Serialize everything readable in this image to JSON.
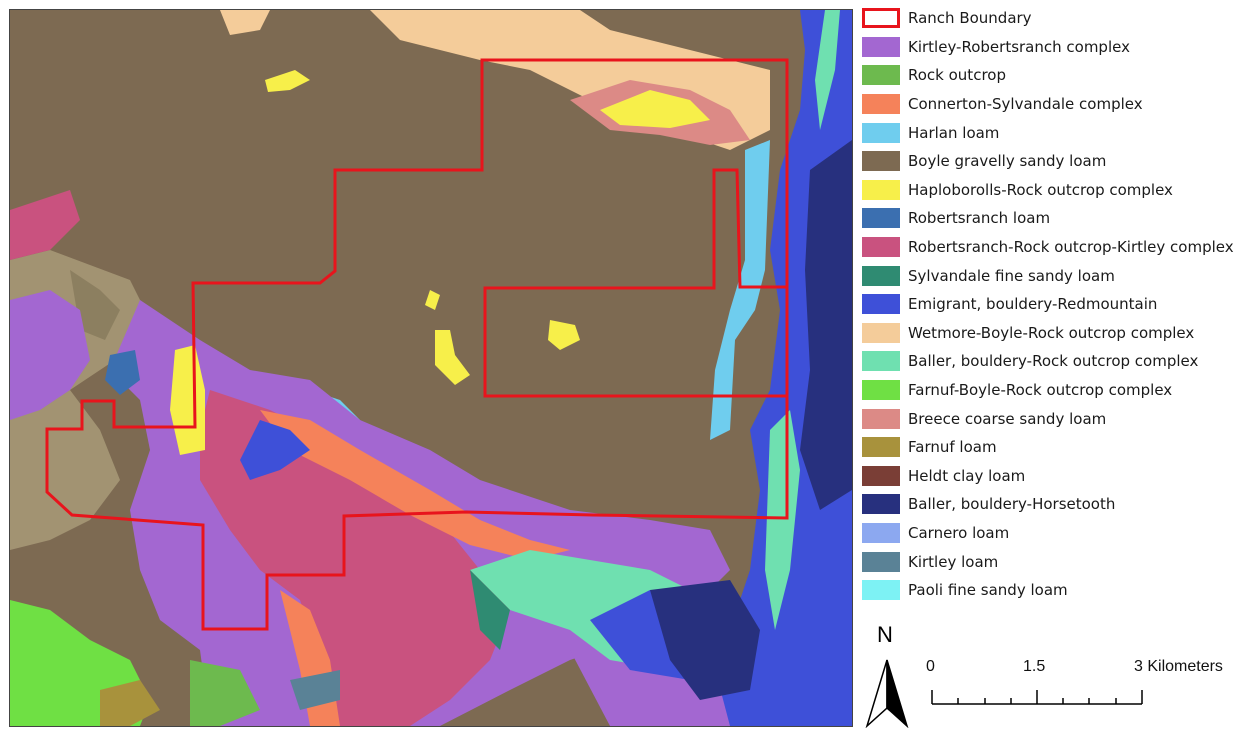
{
  "map": {
    "colors": {
      "background": "#7d6a52",
      "boundary": "#e8141c"
    }
  },
  "legend": {
    "items": [
      {
        "label": "Ranch Boundary",
        "color": "#ffffff",
        "outline": "#e8141c"
      },
      {
        "label": "Kirtley-Robertsranch complex",
        "color": "#a367d1"
      },
      {
        "label": "Rock outcrop",
        "color": "#6dba4e"
      },
      {
        "label": "Connerton-Sylvandale complex",
        "color": "#f5825a"
      },
      {
        "label": "Harlan loam",
        "color": "#6fcdee"
      },
      {
        "label": "Boyle gravelly sandy loam",
        "color": "#7d6a52"
      },
      {
        "label": "Haploborolls-Rock outcrop complex",
        "color": "#f7ef4a"
      },
      {
        "label": "Robertsranch loam",
        "color": "#3b6fb0"
      },
      {
        "label": "Robertsranch-Rock outcrop-Kirtley complex",
        "color": "#c9527f"
      },
      {
        "label": "Sylvandale fine sandy loam",
        "color": "#2f8b72"
      },
      {
        "label": "Emigrant, bouldery-Redmountain",
        "color": "#3e50d8"
      },
      {
        "label": "Wetmore-Boyle-Rock outcrop complex",
        "color": "#f4cc9a"
      },
      {
        "label": "Baller, bouldery-Rock outcrop complex",
        "color": "#6fe0b0"
      },
      {
        "label": "Farnuf-Boyle-Rock outcrop complex",
        "color": "#6fe044"
      },
      {
        "label": "Breece coarse sandy loam",
        "color": "#dc8a86"
      },
      {
        "label": "Farnuf loam",
        "color": "#a8923c"
      },
      {
        "label": "Heldt clay loam",
        "color": "#7a3e36"
      },
      {
        "label": "Baller, bouldery-Horsetooth",
        "color": "#27307e"
      },
      {
        "label": "Carnero loam",
        "color": "#8ca8f0"
      },
      {
        "label": "Kirtley loam",
        "color": "#5a8296"
      },
      {
        "label": "Paoli fine sandy loam",
        "color": "#7df2f4"
      }
    ]
  },
  "north_arrow": {
    "label": "N"
  },
  "scale_bar": {
    "ticks": [
      "0",
      "1.5",
      "3 Kilometers"
    ]
  }
}
